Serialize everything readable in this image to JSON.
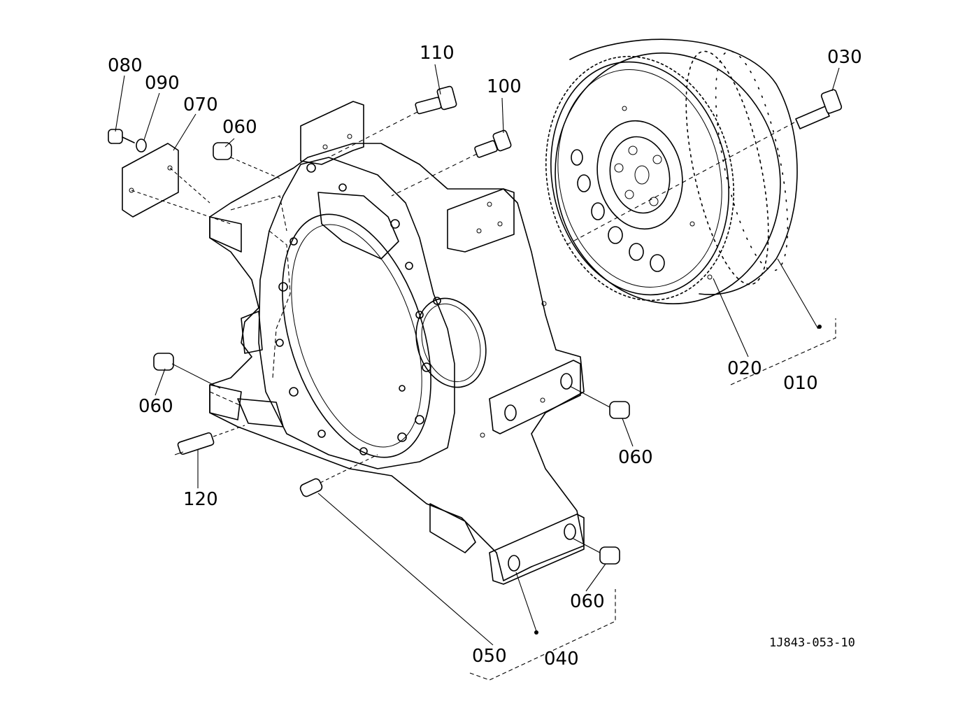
{
  "callouts": {
    "p010": "010",
    "p020": "020",
    "p030": "030",
    "p040": "040",
    "p050": "050",
    "p060a": "060",
    "p060b": "060",
    "p060c": "060",
    "p060d": "060",
    "p070": "070",
    "p080": "080",
    "p090": "090",
    "p100": "100",
    "p110": "110",
    "p120": "120"
  },
  "drawing_number": "1J843-053-10"
}
